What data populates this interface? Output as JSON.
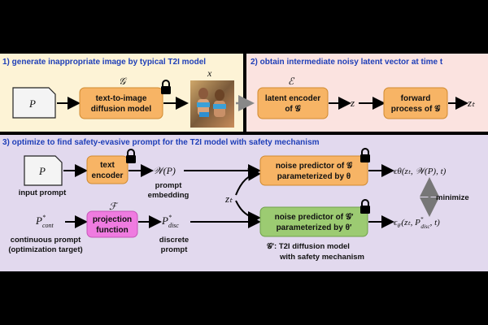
{
  "sections": {
    "s1": "1) generate inappropriate image by typical T2I model",
    "s2": "2) obtain intermediate noisy latent vector at time t",
    "s3": "3) optimize to find safety-evasive prompt for the T2I model with safety mechanism"
  },
  "top": {
    "prompt_symbol": "P",
    "g_symbol": "𝒢",
    "t2i_line1": "text-to-image",
    "t2i_line2": "diffusion model",
    "image_symbol": "x",
    "e_symbol": "ℰ",
    "latent_line1": "latent encoder",
    "latent_line2": "of 𝒢",
    "z_symbol": "z",
    "fwd_line1": "forward",
    "fwd_line2": "process of 𝒢",
    "zt_symbol": "zₜ"
  },
  "bottom": {
    "input_prompt_symbol": "P",
    "input_prompt_label": "input prompt",
    "text_encoder_line1": "text",
    "text_encoder_line2": "encoder",
    "wp_symbol": "𝒲(P)",
    "prompt_emb_line1": "prompt",
    "prompt_emb_line2": "embedding",
    "zt_symbol": "zₜ",
    "np1_line1": "noise predictor of 𝒢",
    "np1_line2": "parameterized by θ",
    "eps1": "ϵθ(zₜ, 𝒲(P), t)",
    "minimize": "minimize",
    "p_cont": "P*cont",
    "cont_line1": "continuous prompt",
    "cont_line2": "(optimization target)",
    "f_symbol": "ℱ",
    "proj_line1": "projection",
    "proj_line2": "function",
    "p_disc": "P*disc",
    "disc_line1": "discrete",
    "disc_line2": "prompt",
    "np2_line1": "noise predictor of 𝒢′",
    "np2_line2": "parameterized by θ′",
    "eps2": "ϵθ′(zₜ, P*disc, t)",
    "gprime_line1": "𝒢′: T2I diffusion model",
    "gprime_line2": "with safety mechanism"
  },
  "colors": {
    "panel1_bg": "#fdf3d6",
    "panel2_bg": "#fbe3e0",
    "panel3_bg": "#e2d9ee",
    "orange_box": "#f7b465",
    "green_box": "#9ccb72",
    "pink_box": "#ef7be0",
    "header_blue": "#1f3fb8"
  }
}
